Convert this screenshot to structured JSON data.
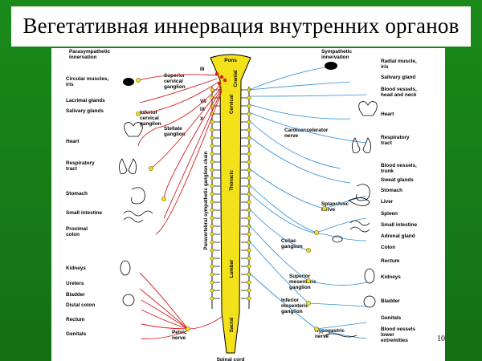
{
  "slide": {
    "title": "Вегетативная иннервация внутренних органов",
    "page_number": "10"
  },
  "diagram": {
    "header_left": [
      "Parasympathetic",
      "innervation"
    ],
    "header_right": [
      "Sympathetic",
      "innervation"
    ],
    "cord": {
      "top": "Pons",
      "bottom": "Spinal cord",
      "chain_label": "Paravertebral sympathetic ganglion chain",
      "segments": [
        "Cervical",
        "Thoracic",
        "Lumbar",
        "Sacral"
      ],
      "cranial_tag": "Cranial"
    },
    "cranial_nerves": [
      "III",
      "VII",
      "IX",
      "X"
    ],
    "parasympathetic_ganglia": [
      [
        "Superior",
        "cervical",
        "ganglion"
      ],
      [
        "Inferior",
        "cervical",
        "ganglion"
      ],
      [
        "Stellate",
        "ganglion"
      ],
      [
        "Pelvic",
        "nerve"
      ]
    ],
    "sympathetic_ganglia": [
      [
        "Cardioaccelerator",
        "nerve"
      ],
      [
        "Splanchnic",
        "nerve"
      ],
      [
        "Celiac",
        "ganglion"
      ],
      [
        "Superior",
        "mesenteric",
        "ganglion"
      ],
      [
        "Inferior",
        "mesenteric",
        "ganglion"
      ],
      [
        "Hypogastric",
        "nerve"
      ]
    ],
    "left_organs": [
      [
        "Circular muscles,",
        "iris"
      ],
      [
        "Lacrimal glands"
      ],
      [
        "Salivary glands"
      ],
      [
        "Heart"
      ],
      [
        "Respiratory",
        "tract"
      ],
      [
        "Stomach"
      ],
      [
        "Small intestine"
      ],
      [
        "Proximal",
        "colon"
      ],
      [
        "Kidneys"
      ],
      [
        "Ureters"
      ],
      [
        "Bladder"
      ],
      [
        "Distal colon"
      ],
      [
        "Rectum"
      ],
      [
        "Genitals"
      ]
    ],
    "right_organs": [
      [
        "Radial muscle,",
        "iris"
      ],
      [
        "Salivary gland"
      ],
      [
        "Blood vessels,",
        "head and neck"
      ],
      [
        "Heart"
      ],
      [
        "Respiratory",
        "tract"
      ],
      [
        "Blood vessels,",
        "trunk"
      ],
      [
        "Sweat glands"
      ],
      [
        "Stomach"
      ],
      [
        "Liver"
      ],
      [
        "Spleen"
      ],
      [
        "Small intestine"
      ],
      [
        "Adrenal gland"
      ],
      [
        "Colon"
      ],
      [
        "Rectum"
      ],
      [
        "Kidneys"
      ],
      [
        "Bladder"
      ],
      [
        "Genitals"
      ],
      [
        "Blood vessels",
        "lower",
        "extremities"
      ]
    ],
    "colors": {
      "parasympathetic": "#d42020",
      "sympathetic": "#2f8fd6",
      "cord_fill": "#f3e21a",
      "ganglion": "#f3e21a"
    }
  }
}
